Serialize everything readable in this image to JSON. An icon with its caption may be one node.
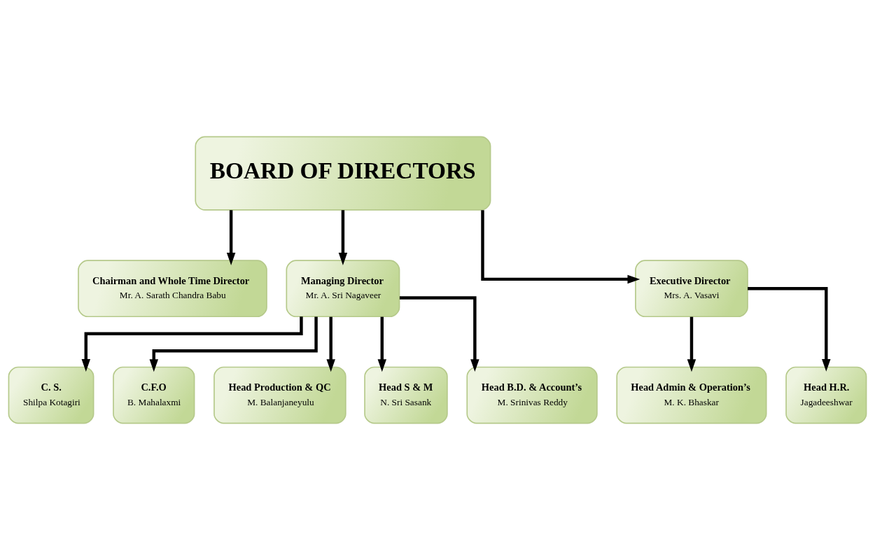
{
  "diagram": {
    "nodes": [
      {
        "text": [
          "BOARD OF DIRECTORS"
        ]
      },
      {
        "text": [
          "Chairman and Whole Time Director",
          "Mr. A. Sarath Chandra Babu"
        ]
      },
      {
        "text": [
          "Managing Director",
          "Mr. A. Sri Nagaveer"
        ]
      },
      {
        "text": [
          "Executive Director",
          "Mrs. A. Vasavi"
        ]
      },
      {
        "text": [
          "C. S.",
          "Shilpa Kotagiri"
        ]
      },
      {
        "text": [
          "C.F.O",
          "B. Mahalaxmi"
        ]
      },
      {
        "text": [
          "Head Production & QC",
          "M. Balanjaneyulu"
        ]
      },
      {
        "text": [
          "Head S & M",
          "N. Sri Sasank"
        ]
      },
      {
        "text": [
          "Head B.D. & Account’s",
          "M. Srinivas Reddy"
        ]
      },
      {
        "text": [
          "Head Admin & Operation’s",
          "M. K. Bhaskar"
        ]
      },
      {
        "text": [
          "Head H.R.",
          "Jagadeeshwar"
        ]
      }
    ],
    "edges": [
      {
        "from": 0,
        "to": 1,
        "arrow": "to"
      },
      {
        "from": 0,
        "to": 2,
        "arrow": "to"
      },
      {
        "from": 0,
        "to": 3,
        "arrow": "to"
      },
      {
        "from": 2,
        "to": 4,
        "arrow": "to"
      },
      {
        "from": 2,
        "to": 5,
        "arrow": "to"
      },
      {
        "from": 2,
        "to": 6,
        "arrow": "to"
      },
      {
        "from": 2,
        "to": 7,
        "arrow": "to"
      },
      {
        "from": 2,
        "to": 8,
        "arrow": "to"
      },
      {
        "from": 3,
        "to": 9,
        "arrow": "to"
      },
      {
        "from": 3,
        "to": 10,
        "arrow": "to"
      }
    ]
  }
}
